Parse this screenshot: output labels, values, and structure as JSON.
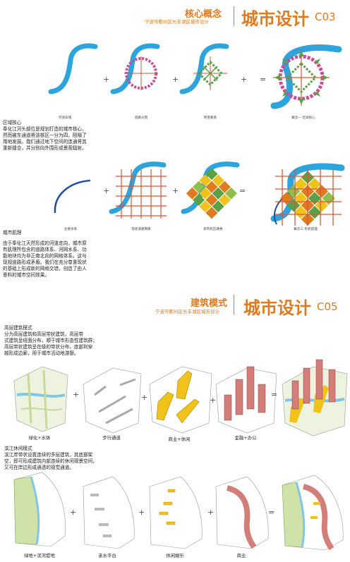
{
  "header1": {
    "title": "核心概念",
    "subtitle": "宁波市鄞州区长丰湖区城市设计",
    "big_title": "城市设计",
    "code": "C03"
  },
  "section_core": {
    "captions": [
      "河道穿城",
      "道路分割",
      "转变路系",
      "概念一  区域核心"
    ],
    "operators": [
      "+",
      "+",
      "+",
      "="
    ],
    "heading": "区域核心",
    "lines": [
      "奉化江河头部位是规划打造的城市核心，",
      "然而被东通道将该核区一分为四，阻隔了",
      "用地发展。我们通过地下空间的连通将其",
      "重新缝合，并分别向外围形成景观辐射。"
    ]
  },
  "section_grid": {
    "captions": [
      "主要水系",
      "现状道路网格",
      "新有机区路格",
      "概念三  有机肌理"
    ],
    "operators": [
      "+",
      "+",
      "="
    ],
    "heading": "城市肌理",
    "lines": [
      "由于奉化江天然形成的河道走向，城市原",
      "有肌理所包含的道路体系、河网水系、功",
      "能地块均为非正南北向的网格体系。这与",
      "现规道路形成矛盾。我们在充分尊重现状",
      "的基础上形成新的网格交错，创造了由人",
      "意料的城市空间效果。"
    ]
  },
  "header2": {
    "title": "建筑模式",
    "subtitle": "宁波市鄞州区长丰湖区城市设计",
    "big_title": "城市设计",
    "code": "C05"
  },
  "section_high": {
    "heading": "高层建筑模式",
    "lines": [
      "分为高层建筑和高层带状建筑，高层带",
      "式建筑呈纽面分布，顺于城市形态性建筑群；",
      "高层带状建筑呈在级的带状分布，底部利穿",
      "越形成边廊，用于城市活动地游憩。"
    ],
    "captions": [
      "绿化+水体",
      "步行通道",
      "商业+休闲",
      "金融+办公"
    ],
    "operators": [
      "+",
      "+",
      "+",
      "="
    ]
  },
  "section_river": {
    "heading": "滨江休闲模式",
    "lines": [
      "滨江岸带状设置连续的多层建筑，其底部架",
      "空，即可形成建筑内部连续的休闲观景空间，",
      "又可在岸边形成通透的视觉通道。"
    ],
    "captions": [
      "绿地+滨河堤地",
      "亲水平台",
      "休闲娱乐",
      "商业"
    ],
    "operators": [
      "+",
      "+",
      "+",
      "="
    ]
  },
  "colors": {
    "accent": "#e07a1f",
    "river": "#2ea4dc",
    "ring": "#c84d97",
    "grid": "#d95638",
    "green": "#5aa044",
    "yellow": "#f0c21a",
    "pink": "#d37e78"
  }
}
